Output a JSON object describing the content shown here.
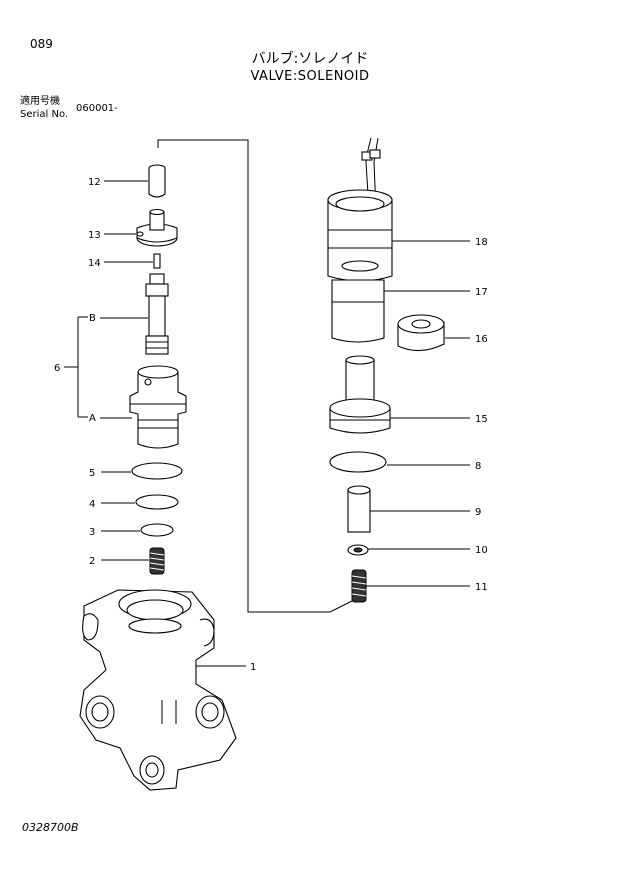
{
  "header": {
    "page_number": "089",
    "title_jp": "バルブ:ソレノイド",
    "title_en": "VALVE:SOLENOID",
    "serial_label_jp": "適用号機",
    "serial_label_en": "Serial No.",
    "serial_value": "060001-"
  },
  "callouts": {
    "c1": "1",
    "c2": "2",
    "c3": "3",
    "c4": "4",
    "c5": "5",
    "c6": "6",
    "c8": "8",
    "c9": "9",
    "c10": "10",
    "c11": "11",
    "c12": "12",
    "c13": "13",
    "c14": "14",
    "c15": "15",
    "c16": "16",
    "c17": "17",
    "c18": "18",
    "cA": "A",
    "cB": "B"
  },
  "footer": {
    "doc_code": "0328700B"
  }
}
